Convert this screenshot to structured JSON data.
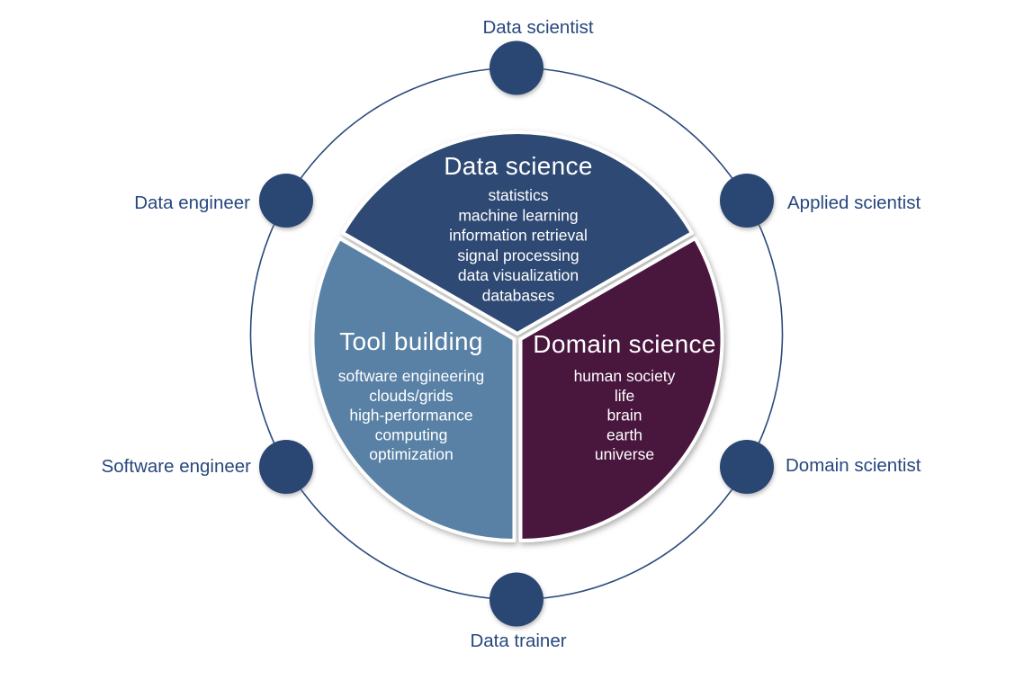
{
  "diagram": {
    "type": "venn-pie-role-diagram",
    "background": "#ffffff",
    "ring_color": "#2b4a7c",
    "node_color": "#2b4773",
    "label_color": "#27477e",
    "segment_text_color": "#ffffff",
    "segments": [
      {
        "label": "Data science",
        "color": "#2d4a73",
        "items": [
          "statistics",
          "machine learning",
          "information retrieval",
          "signal processing",
          "data visualization",
          "databases"
        ]
      },
      {
        "label": "Tool building",
        "color": "#5881a5",
        "items": [
          "software engineering",
          "clouds/grids",
          "high-performance",
          "computing",
          "optimization"
        ]
      },
      {
        "label": "Domain science",
        "color": "#4a123e",
        "items": [
          "human society",
          "life",
          "brain",
          "earth",
          "universe"
        ]
      }
    ],
    "roles": [
      {
        "label": "Data scientist",
        "position": "top"
      },
      {
        "label": "Applied scientist",
        "position": "upper-right"
      },
      {
        "label": "Domain scientist",
        "position": "lower-right"
      },
      {
        "label": "Data trainer",
        "position": "bottom"
      },
      {
        "label": "Software engineer",
        "position": "lower-left"
      },
      {
        "label": "Data engineer",
        "position": "upper-left"
      }
    ]
  }
}
